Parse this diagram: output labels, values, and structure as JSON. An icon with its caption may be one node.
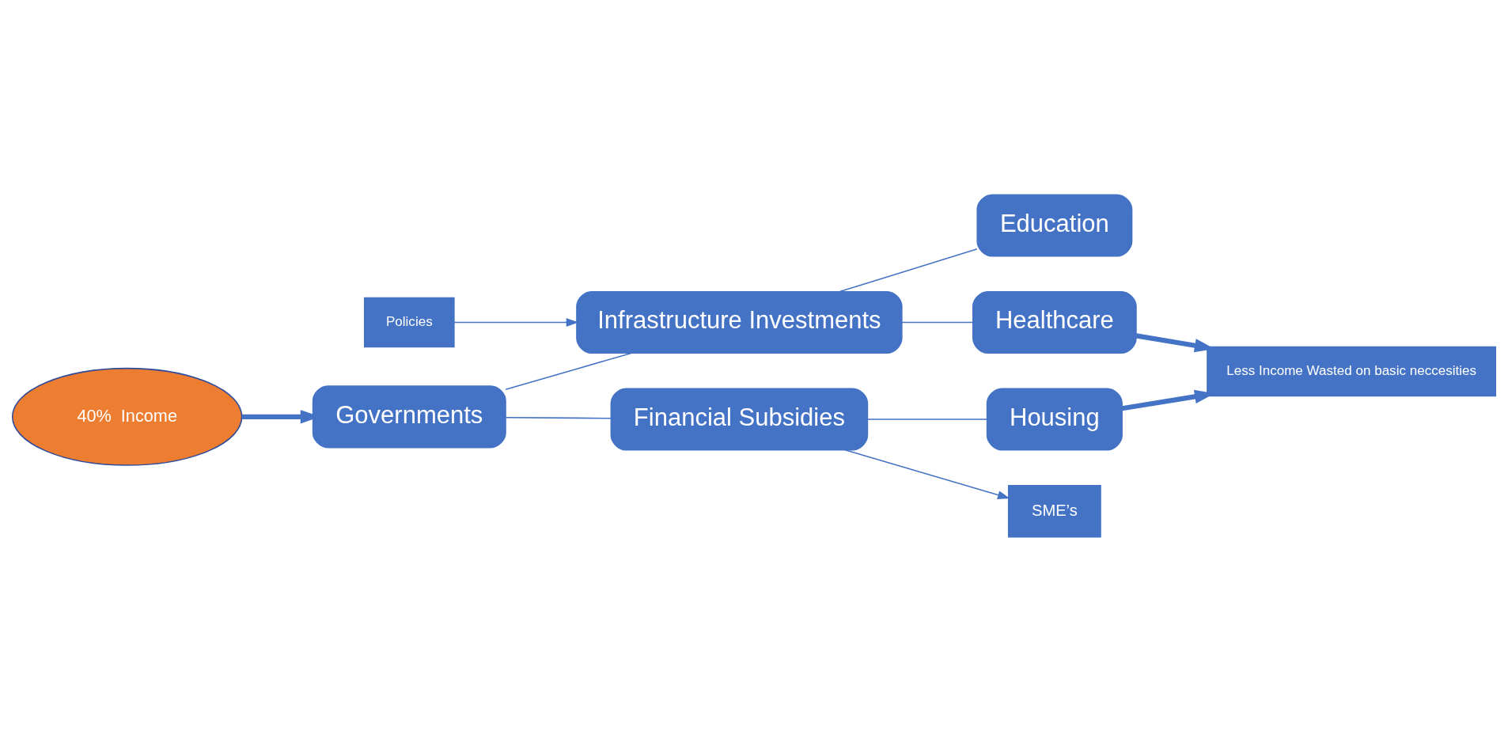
{
  "diagram": {
    "nodes": [
      {
        "text": [
          "40%  Income"
        ]
      },
      {
        "text": [
          "Governments"
        ]
      },
      {
        "text": [
          "Policies"
        ]
      },
      {
        "text": [
          "Infrastructure Investments"
        ]
      },
      {
        "text": [
          "Financial Subsidies"
        ]
      },
      {
        "text": [
          "Education"
        ]
      },
      {
        "text": [
          "Healthcare"
        ]
      },
      {
        "text": [
          "Housing"
        ]
      },
      {
        "text": [
          "Less Income Wasted on basic neccesities"
        ]
      },
      {
        "text": [
          "SME’s"
        ]
      }
    ],
    "edges": [
      {
        "from": 0,
        "to": 1,
        "arrow": "to",
        "style": "thick"
      },
      {
        "from": 1,
        "to": 3,
        "arrow": "none"
      },
      {
        "from": 1,
        "to": 4,
        "arrow": "none"
      },
      {
        "from": 2,
        "to": 3,
        "arrow": "to"
      },
      {
        "from": 3,
        "to": 5,
        "arrow": "none"
      },
      {
        "from": 3,
        "to": 6,
        "arrow": "none"
      },
      {
        "from": 4,
        "to": 7,
        "arrow": "none"
      },
      {
        "from": 4,
        "to": 9,
        "arrow": "to"
      },
      {
        "from": 6,
        "to": 8,
        "arrow": "to",
        "style": "thick"
      },
      {
        "from": 7,
        "to": 8,
        "arrow": "to",
        "style": "thick"
      }
    ]
  }
}
